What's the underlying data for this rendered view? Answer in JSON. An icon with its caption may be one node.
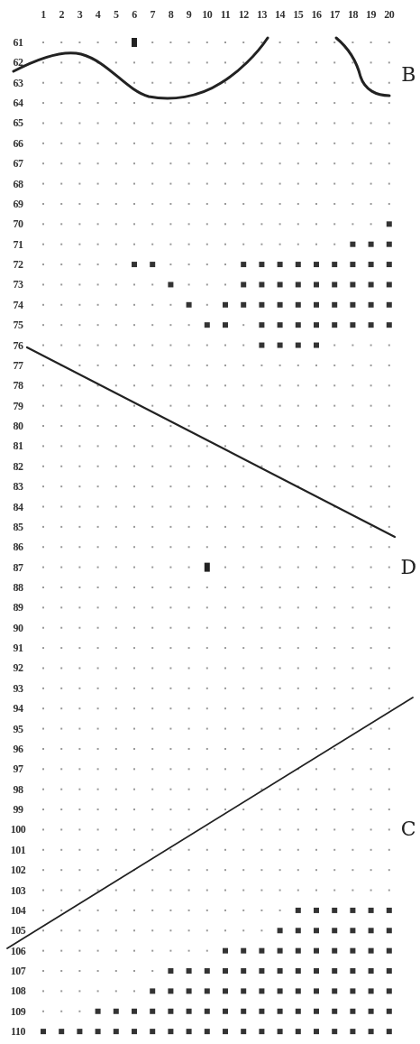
{
  "diagram": {
    "labels": [
      "1",
      "2",
      "3",
      "4",
      "5",
      "6",
      "7",
      "8",
      "9",
      "10",
      "11",
      "12",
      "13",
      "14",
      "15",
      "16",
      "17",
      "18",
      "19",
      "20",
      "61",
      "62",
      "B",
      "63",
      "64",
      "65",
      "66",
      "67",
      "68",
      "69",
      "70",
      "71",
      "72",
      "73",
      "74",
      "75",
      "76",
      "77",
      "78",
      "79",
      "80",
      "81",
      "82",
      "83",
      "84",
      "85",
      "86",
      "87",
      "D",
      "88",
      "89",
      "90",
      "91",
      "92",
      "93",
      "94",
      "95",
      "96",
      "97",
      "98",
      "99",
      "100",
      "C",
      "101",
      "102",
      "103",
      "104",
      "105",
      "106",
      "107",
      "108",
      "109",
      "110"
    ]
  }
}
